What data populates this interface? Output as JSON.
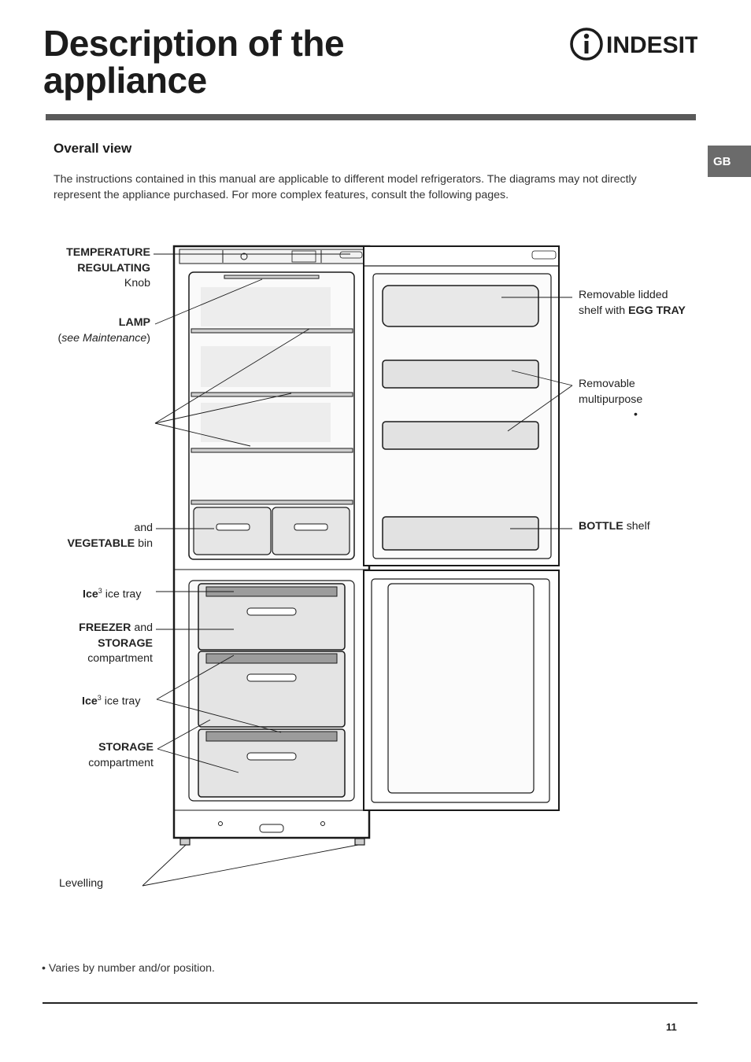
{
  "header": {
    "title_line1": "Description of the",
    "title_line2": "appliance",
    "brand": "INDESIT",
    "lang_tab": "GB"
  },
  "section": {
    "title": "Overall view",
    "intro": "The instructions contained in this manual are applicable to different model refrigerators. The diagrams may not directly represent the appliance purchased. For more complex features, consult the following pages."
  },
  "labels": {
    "temp_line1": "TEMPERATURE",
    "temp_line2": "REGULATING",
    "temp_line3": "Knob",
    "lamp_bold": "LAMP",
    "lamp_paren_open": "(",
    "lamp_italic": "see Maintenance",
    "lamp_paren_close": ")",
    "and_text": "and",
    "veg_bold": "VEGETABLE",
    "veg_text": " bin",
    "ice1_bold": "Ice",
    "ice1_sup": "3",
    "ice1_text": " ice tray",
    "freezer_bold": "FREEZER",
    "freezer_and": " and",
    "freezer_storage": "STORAGE",
    "freezer_comp": "compartment",
    "ice2_bold": "Ice",
    "ice2_sup": "3",
    "ice2_text": " ice tray",
    "storage_bold": "STORAGE",
    "storage_comp": "compartment",
    "levelling": "Levelling",
    "egg_line1": "Removable lidded",
    "egg_line2_text": "shelf with ",
    "egg_line2_bold": "EGG TRAY",
    "multi_line1": "Removable",
    "multi_line2": "multipurpose",
    "multi_bullet": "•",
    "bottle_bold": "BOTTLE",
    "bottle_text": " shelf"
  },
  "footer": {
    "bullet": "•",
    "footnote": " Varies by number and/or position.",
    "page_number": "11"
  }
}
